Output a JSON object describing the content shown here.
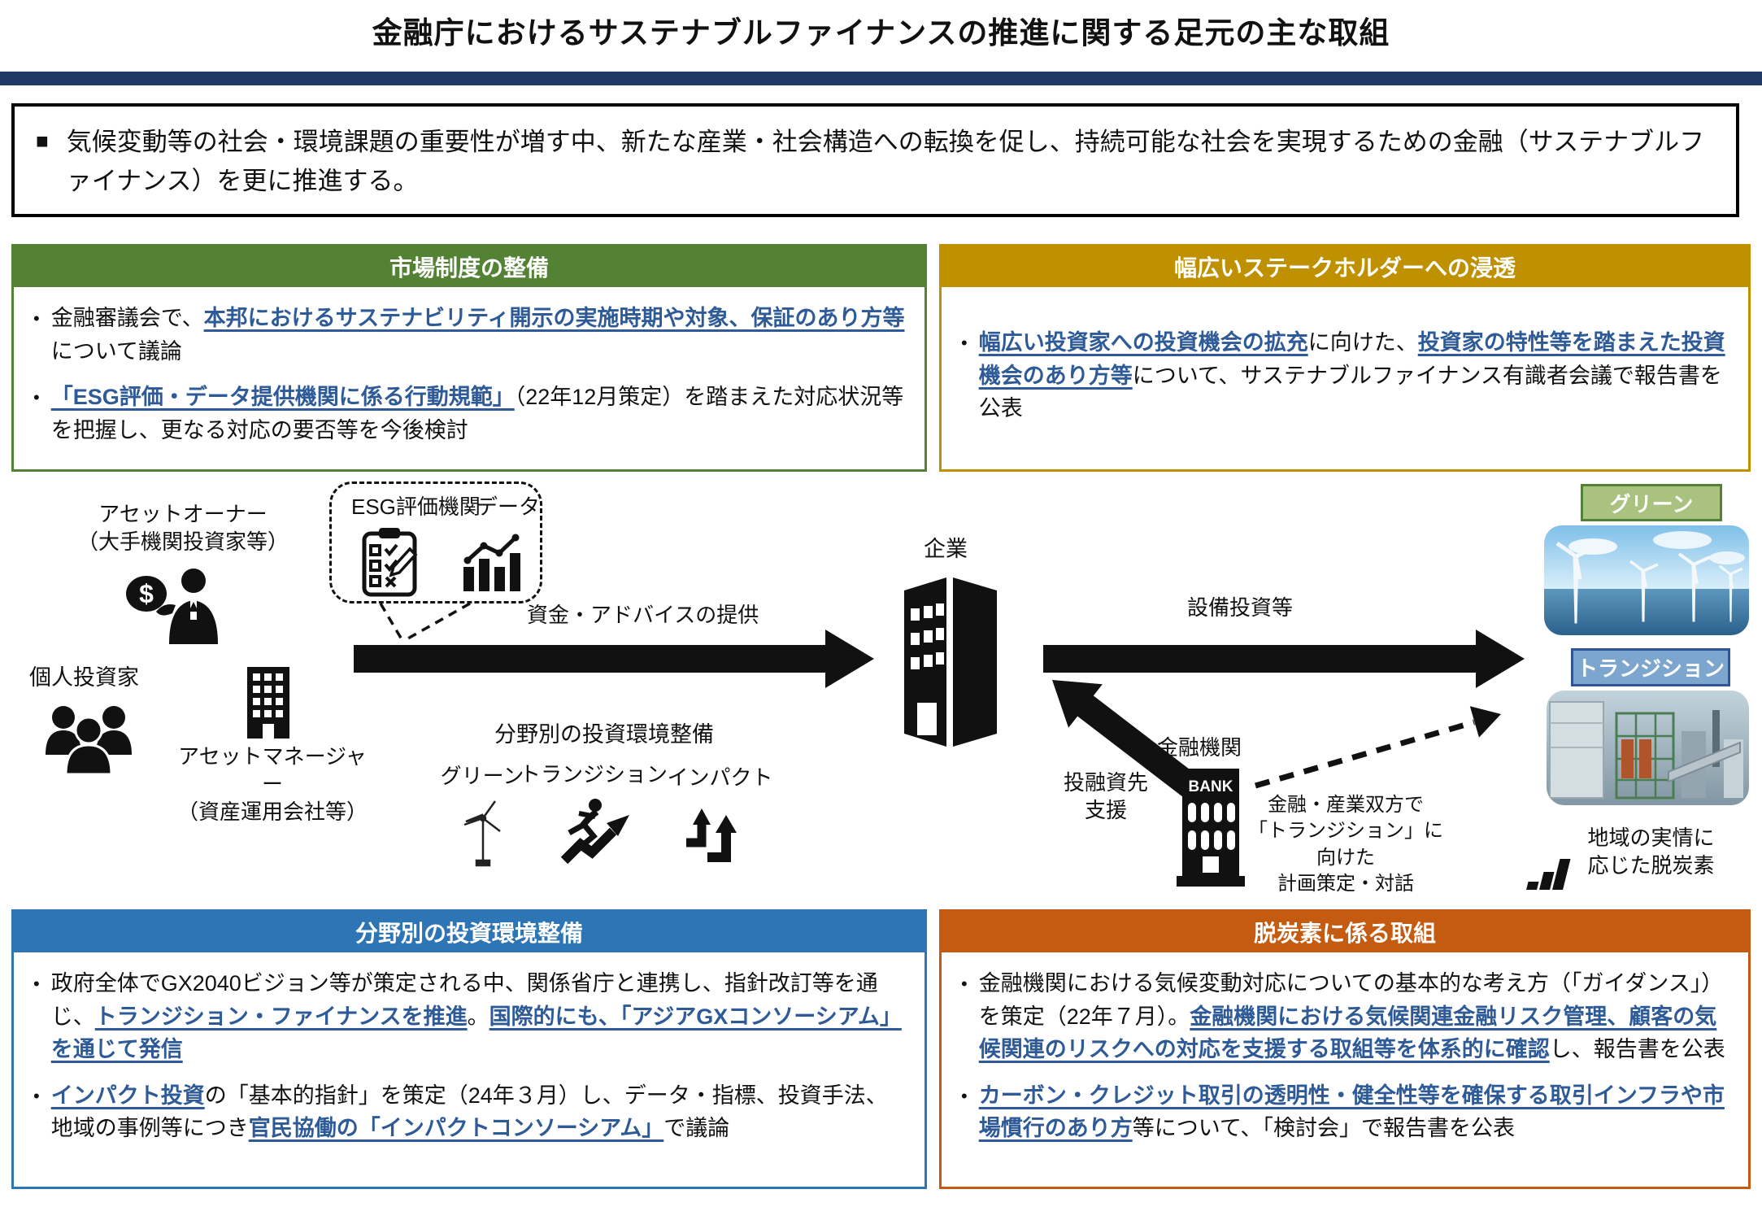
{
  "ui": {
    "bullet": "•"
  },
  "header": {
    "title": "金融庁におけるサステナブルファイナンスの推進に関する足元の主な取組"
  },
  "intro": {
    "marker": "■",
    "text": "気候変動等の社会・環境課題の重要性が増す中、新たな産業・社会構造への転換を促し、持続可能な社会を実現するための金融（サステナブルファイナンス）を更に推進する。"
  },
  "colors": {
    "divider_navy": "#1F3864",
    "market_green": "#548235",
    "stakeholder_gold": "#BF9000",
    "sector_blue": "#2E75B6",
    "decarbon_orange": "#C55A11",
    "link_blue": "#2E5B97",
    "green_tag_bg": "#A9C27F",
    "transition_tag_bg": "#7CA6CE",
    "transition_tag_border": "#2F5597"
  },
  "boxes": {
    "market": {
      "title": "市場制度の整備",
      "bullets": [
        [
          {
            "t": "金融審議会で、",
            "s": "n"
          },
          {
            "t": "本邦におけるサステナビリティ開示の実施時期や対象、保証のあり方等",
            "s": "l"
          },
          {
            "t": "について議論",
            "s": "n"
          }
        ],
        [
          {
            "t": "「ESG評価・データ提供機関に係る行動規範」",
            "s": "l"
          },
          {
            "t": "（22年12月策定）を踏まえた対応状況等を把握し、更なる対応の要否等を今後検討",
            "s": "n"
          }
        ]
      ]
    },
    "stakeholder": {
      "title": "幅広いステークホルダーへの浸透",
      "bullets": [
        [
          {
            "t": "幅広い投資家への投資機会の拡充",
            "s": "l"
          },
          {
            "t": "に向けた、",
            "s": "n"
          },
          {
            "t": "投資家の特性等を踏まえた投資機会のあり方等",
            "s": "l"
          },
          {
            "t": "について、サステナブルファイナンス有識者会議で報告書を公表",
            "s": "n"
          }
        ]
      ]
    },
    "sector": {
      "title": "分野別の投資環境整備",
      "bullets": [
        [
          {
            "t": "政府全体でGX2040ビジョン等が策定される中、関係省庁と連携し、指針改訂等を通じ、",
            "s": "n"
          },
          {
            "t": "トランジション・ファイナンスを推進",
            "s": "l"
          },
          {
            "t": "。",
            "s": "n"
          },
          {
            "t": "国際的にも、「アジアGXコンソーシアム」を通じて発信",
            "s": "l"
          }
        ],
        [
          {
            "t": "インパクト投資",
            "s": "l"
          },
          {
            "t": "の「基本的指針」を策定（24年３月）し、データ・指標、投資手法、地域の事例等につき",
            "s": "n"
          },
          {
            "t": "官民協働の「インパクトコンソーシアム」",
            "s": "l"
          },
          {
            "t": "で議論",
            "s": "n"
          }
        ]
      ]
    },
    "decarbon": {
      "title": "脱炭素に係る取組",
      "bullets": [
        [
          {
            "t": "金融機関における気候変動対応についての基本的な考え方（「ガイダンス」）を策定（22年７月）。",
            "s": "n"
          },
          {
            "t": "金融機関における気候関連金融リスク管理、顧客の気候関連のリスクへの対応を支援する取組等を体系的に確認",
            "s": "l"
          },
          {
            "t": "し、報告書を公表",
            "s": "n"
          }
        ],
        [
          {
            "t": "カーボン・クレジット取引の透明性・健全性等を確保する取引インフラや市場慣行のあり方",
            "s": "l"
          },
          {
            "t": "等について、「検討会」で報告書を公表",
            "s": "n"
          }
        ]
      ]
    }
  },
  "diagram": {
    "asset_owner": [
      "アセットオーナー",
      "（大手機関投資家等）"
    ],
    "individual_investor": "個人投資家",
    "asset_manager": [
      "アセットマネージャー",
      "（資産運用会社等）"
    ],
    "esg_agency": "ESG評価機関",
    "data_label": "データ",
    "funds_advice": "資金・アドバイスの提供",
    "company": "企業",
    "capex": "設備投資等",
    "sector_title": "分野別の投資環境整備",
    "sector_items": [
      "グリーン",
      "トランジション",
      "インパクト"
    ],
    "financial_institution": "金融機関",
    "bank_sign": "BANK",
    "lending_support": [
      "投融資先",
      "支援"
    ],
    "transition_dialogue": [
      "金融・産業双方で",
      "「トランジション」に向けた",
      "計画策定・対話"
    ],
    "regional_decarbon": [
      "地域の実情に",
      "応じた脱炭素"
    ],
    "green_tag": "グリーン",
    "transition_tag": "トランジション",
    "dollar": "$"
  }
}
